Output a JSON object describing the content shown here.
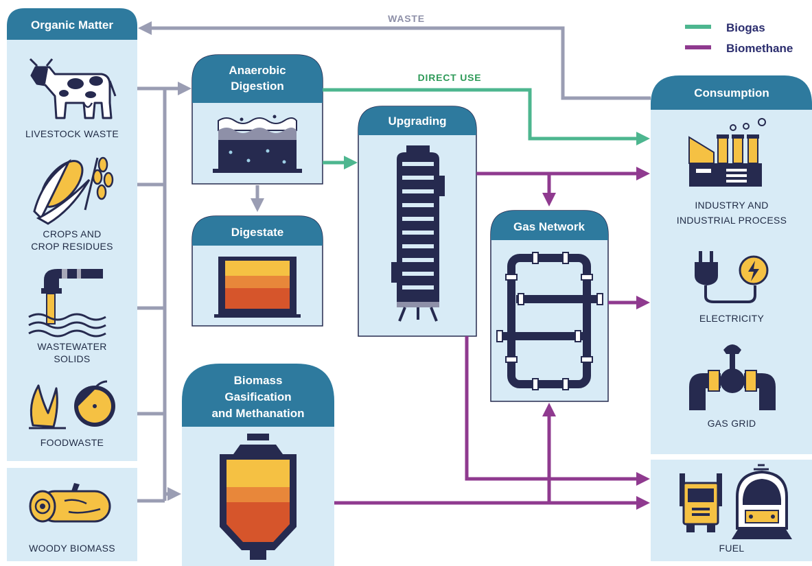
{
  "colors": {
    "panel": "#d8ebf6",
    "header": "#2e7a9e",
    "navy": "#262a4f",
    "grey_arrow": "#9a9db3",
    "biogas": "#4db68f",
    "biomethane": "#8f3a8f",
    "waste_label": "#8e90a8",
    "direct_use_label": "#2e9a58",
    "yellow": "#f5c143",
    "orange": "#e8873a",
    "red_orange": "#d6552b"
  },
  "legend": {
    "biogas": "Biogas",
    "biomethane": "Biomethane"
  },
  "flows": {
    "waste": "WASTE",
    "direct_use": "DIRECT USE"
  },
  "organic_matter": {
    "title": "Organic Matter",
    "items": {
      "livestock": "LIVESTOCK WASTE",
      "crops_1": "CROPS AND",
      "crops_2": "CROP RESIDUES",
      "wastewater_1": "WASTEWATER",
      "wastewater_2": "SOLIDS",
      "foodwaste": "FOODWASTE"
    },
    "woody": "WOODY BIOMASS"
  },
  "anaerobic": {
    "title_1": "Anaerobic",
    "title_2": "Digestion"
  },
  "digestate": {
    "title": "Digestate"
  },
  "upgrading": {
    "title": "Upgrading"
  },
  "gas_network": {
    "title": "Gas Network"
  },
  "biomass": {
    "title_1": "Biomass",
    "title_2": "Gasification",
    "title_3": "and Methanation"
  },
  "consumption": {
    "title": "Consumption",
    "industry_1": "INDUSTRY AND",
    "industry_2": "INDUSTRIAL PROCESS",
    "electricity": "ELECTRICITY",
    "gas_grid": "GAS GRID",
    "fuel": "FUEL"
  }
}
